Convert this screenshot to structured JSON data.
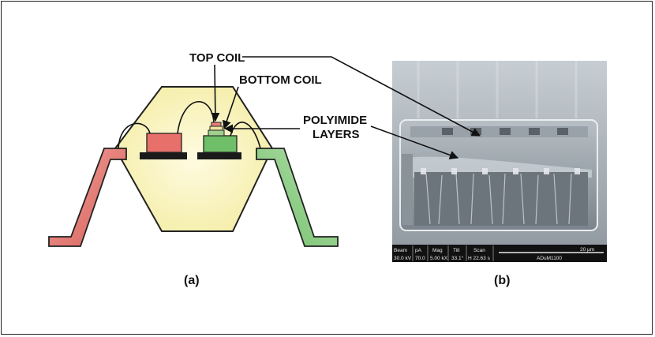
{
  "labels": {
    "top_coil": "TOP COIL",
    "bottom_coil": "BOTTOM COIL",
    "polyimide_line1": "POLYIMIDE",
    "polyimide_line2": "LAYERS"
  },
  "captions": {
    "a": "(a)",
    "b": "(b)"
  },
  "sem_info": {
    "headers": [
      "Beam",
      "pA",
      "Mag",
      "Tilt",
      "Scan"
    ],
    "values": [
      "30.0 kV",
      "70.0",
      "5.00 kX",
      "33.1°",
      "H 22.63 s"
    ],
    "scale": "20 μm",
    "device": "ADuM1100"
  },
  "colors": {
    "package_body": "#fbf6cc",
    "left_lead": "#e8807a",
    "right_lead": "#8fce8a",
    "die_red": "#e8706a",
    "die_green": "#6fbf68",
    "paddle": "#1a1a1a"
  }
}
